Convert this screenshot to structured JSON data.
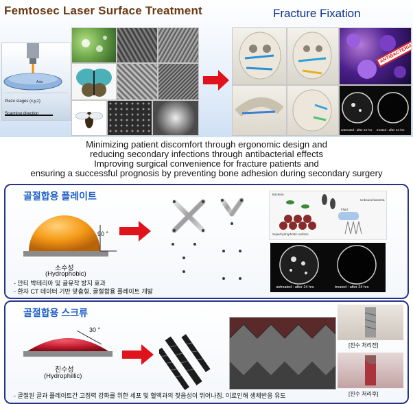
{
  "header": {
    "left_title": "Femtosec Laser Surface Treatment",
    "right_title": "Fracture Fixation"
  },
  "laser_panel": {
    "stage_label": "Piezo stages (x,y,z)",
    "scan_label": "Scanning direction",
    "sample_label": "Axis"
  },
  "antibacterial_stamp": "ANTIBACTERIAL",
  "dish_labels": {
    "untreated": "untreated : after 24 hrs",
    "treated": "treated : after 24 hrs"
  },
  "feature_lines": [
    "Minimizing patient discomfort through ergonomic design and",
    "reducing secondary infections through antibacterial effects",
    "Improving surgical convenience for fracture patients and",
    "ensuring a successful prognosis by preventing bone adhesion during secondary surgery"
  ],
  "plate_section": {
    "title": "골절합용 플레이트",
    "angle": "90 °",
    "property_ko": "소수성",
    "property_en": "(Hydrophobic)",
    "bullets": [
      "-  안티 박테리아 및 골유착 방지 효과",
      "-  환자 CT 데이터 기반 맞춤형, 골절합용 플레이트 개발"
    ],
    "diagram_labels": {
      "bacteria": "Bacteria",
      "unbound": "Unbound bacteria",
      "fluid": "Fluid",
      "surface": "Superhydrophobic surface"
    },
    "dish_untreated": "untreated : after 24 hrs",
    "dish_treated": "treated : after 24 hrs"
  },
  "screw_section": {
    "title": "골절합용 스크류",
    "angle": "30 °",
    "property_ko": "친수성",
    "property_en": "(Hydrophillic)",
    "bullet": "-  골절된 골과 플레이트간 고정력 강화를 위한 세포 및 혈액과의 젖음성이 뛰어나짐. 이로인해 생체반응 유도",
    "before_label": "[친수 처리전]",
    "after_label": "[친수 처리후]"
  },
  "colors": {
    "box_border": "#23338c",
    "section_title": "#1f5fc8",
    "arrow": "#e0121b",
    "left_title": "#6a3a12",
    "right_title": "#0d2f8a"
  }
}
